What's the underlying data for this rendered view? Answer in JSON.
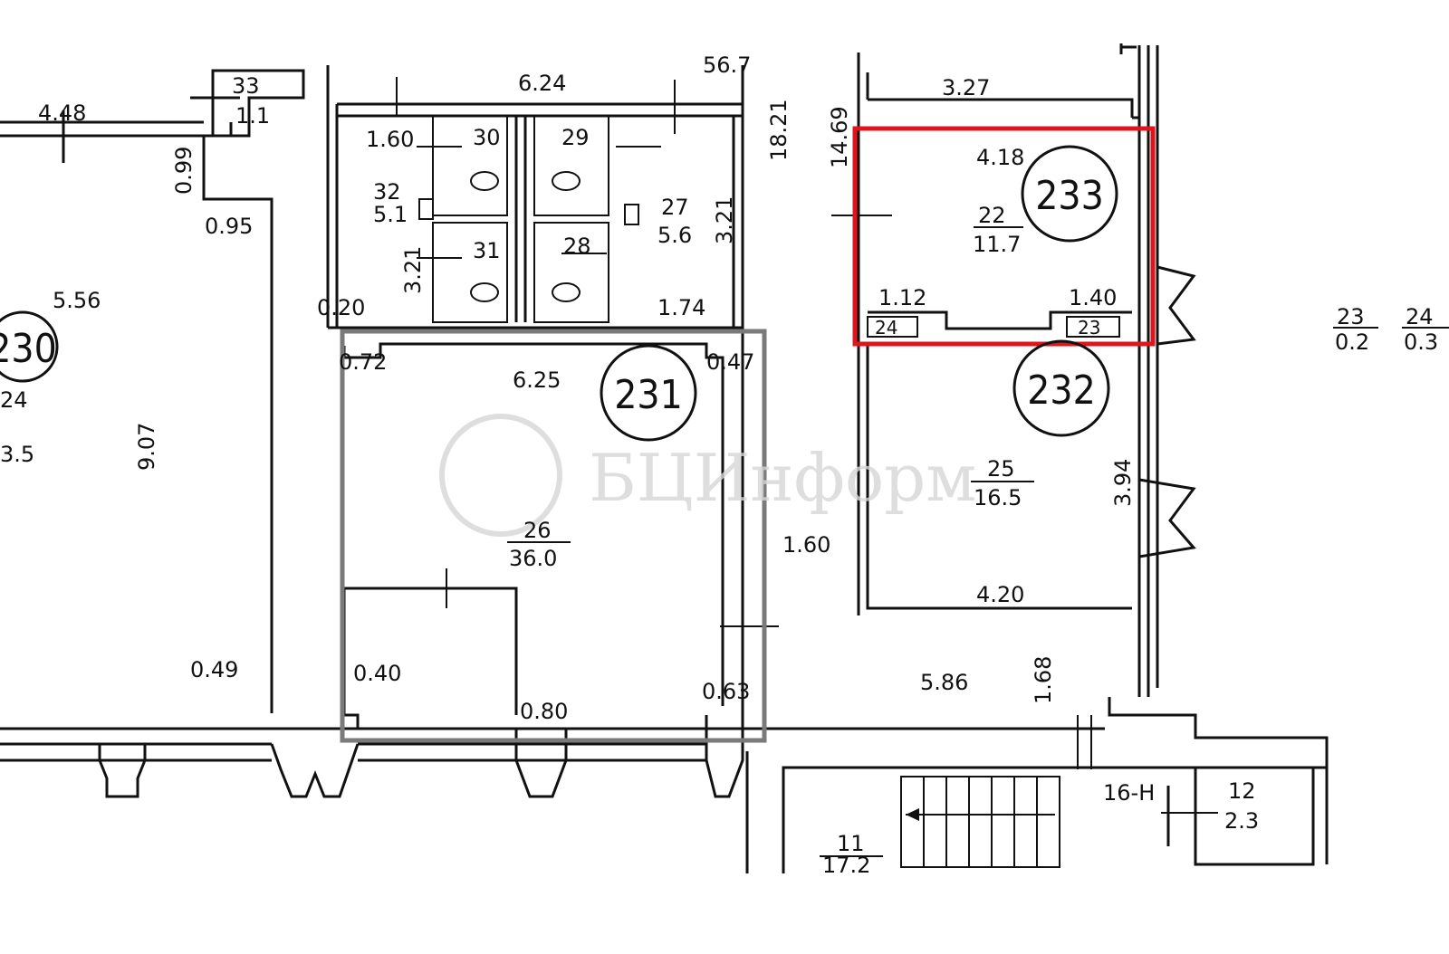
{
  "plan": {
    "highlight_color": "#e0141c",
    "outline_color": "#7a7a7a",
    "watermark": "БЦИнформ",
    "rooms": {
      "r230": "230",
      "r231": "231",
      "r232": "232",
      "r233": "233"
    },
    "labels": {
      "d_56_7": "56.7",
      "d_6_24": "6.24",
      "d_3_27": "3.27",
      "d_4_48": "4.48",
      "d_33": "33",
      "d_1_1": "1.1",
      "d_0_99": "0.99",
      "d_0_95": "0.95",
      "d_5_56": "5.56",
      "d_24_left": "24",
      "d_3_5": "3.5",
      "d_9_07": "9.07",
      "d_0_49": "0.49",
      "d_1_60a": "1.60",
      "d_30": "30",
      "d_29": "29",
      "d_32": "32",
      "d_5_1": "5.1",
      "d_27": "27",
      "d_5_6": "5.6",
      "d_3_21a": "3.21",
      "d_3_21b": "3.21",
      "d_31": "31",
      "d_28": "28",
      "d_0_20": "0.20",
      "d_1_74": "1.74",
      "d_18_21": "18.21",
      "d_14_69": "14.69",
      "d_4_18": "4.18",
      "d_22": "22",
      "d_11_7": "11.7",
      "d_1_12": "1.12",
      "d_1_40": "1.40",
      "d_24_small": "24",
      "d_23_small": "23",
      "d_0_72": "0.72",
      "d_6_25": "6.25",
      "d_0_47": "0.47",
      "d_26": "26",
      "d_36_0": "36.0",
      "d_1_60b": "1.60",
      "d_0_40": "0.40",
      "d_0_80": "0.80",
      "d_0_63": "0.63",
      "d_25": "25",
      "d_16_5": "16.5",
      "d_3_94": "3.94",
      "d_4_20": "4.20",
      "d_5_86": "5.86",
      "d_1_68": "1.68",
      "d_23_right": "23",
      "d_0_2": "0.2",
      "d_24_right": "24",
      "d_0_3": "0.3",
      "d_16_H": "16-Н",
      "d_12": "12",
      "d_2_3": "2.3",
      "d_11": "11",
      "d_17_2": "17.2"
    }
  }
}
